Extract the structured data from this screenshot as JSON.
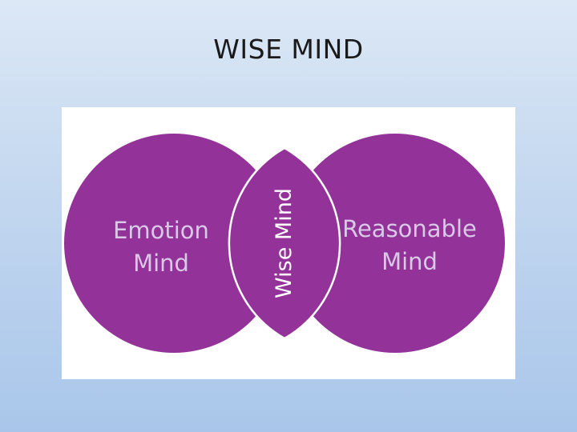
{
  "slide": {
    "title": "WISE MIND"
  },
  "diagram": {
    "left_circle": {
      "line1": "Emotion",
      "line2": "Mind"
    },
    "right_circle": {
      "line1": "Reasonable",
      "line2": "Mind"
    },
    "overlap": {
      "label": "Wise Mind"
    },
    "colors": {
      "circle_fill": "#933399",
      "overlap_outline": "#ffffff",
      "panel_background": "#ffffff",
      "label_text": "#d9c9e6"
    }
  }
}
